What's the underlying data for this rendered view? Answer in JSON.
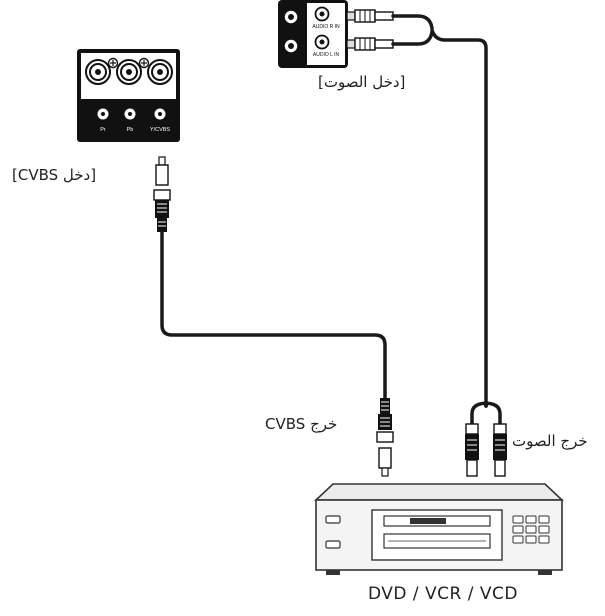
{
  "labels": {
    "cvbs_in": "[دخل CVBS]",
    "audio_in": "[دخل الصوت]",
    "cvbs_out": "خرج CVBS",
    "audio_out": "خرج الصوت",
    "device": "DVD / VCR / VCD"
  },
  "video_panel": {
    "jacks": [
      "Pr",
      "Pb",
      "Y/CVBS"
    ]
  },
  "audio_panel": {
    "jacks": [
      "AUDIO R IN",
      "AUDIO L IN"
    ]
  },
  "colors": {
    "panel": "#111111",
    "cable": "#1a1a1a",
    "device_body": "#f2f2f2",
    "device_stroke": "#333333"
  }
}
